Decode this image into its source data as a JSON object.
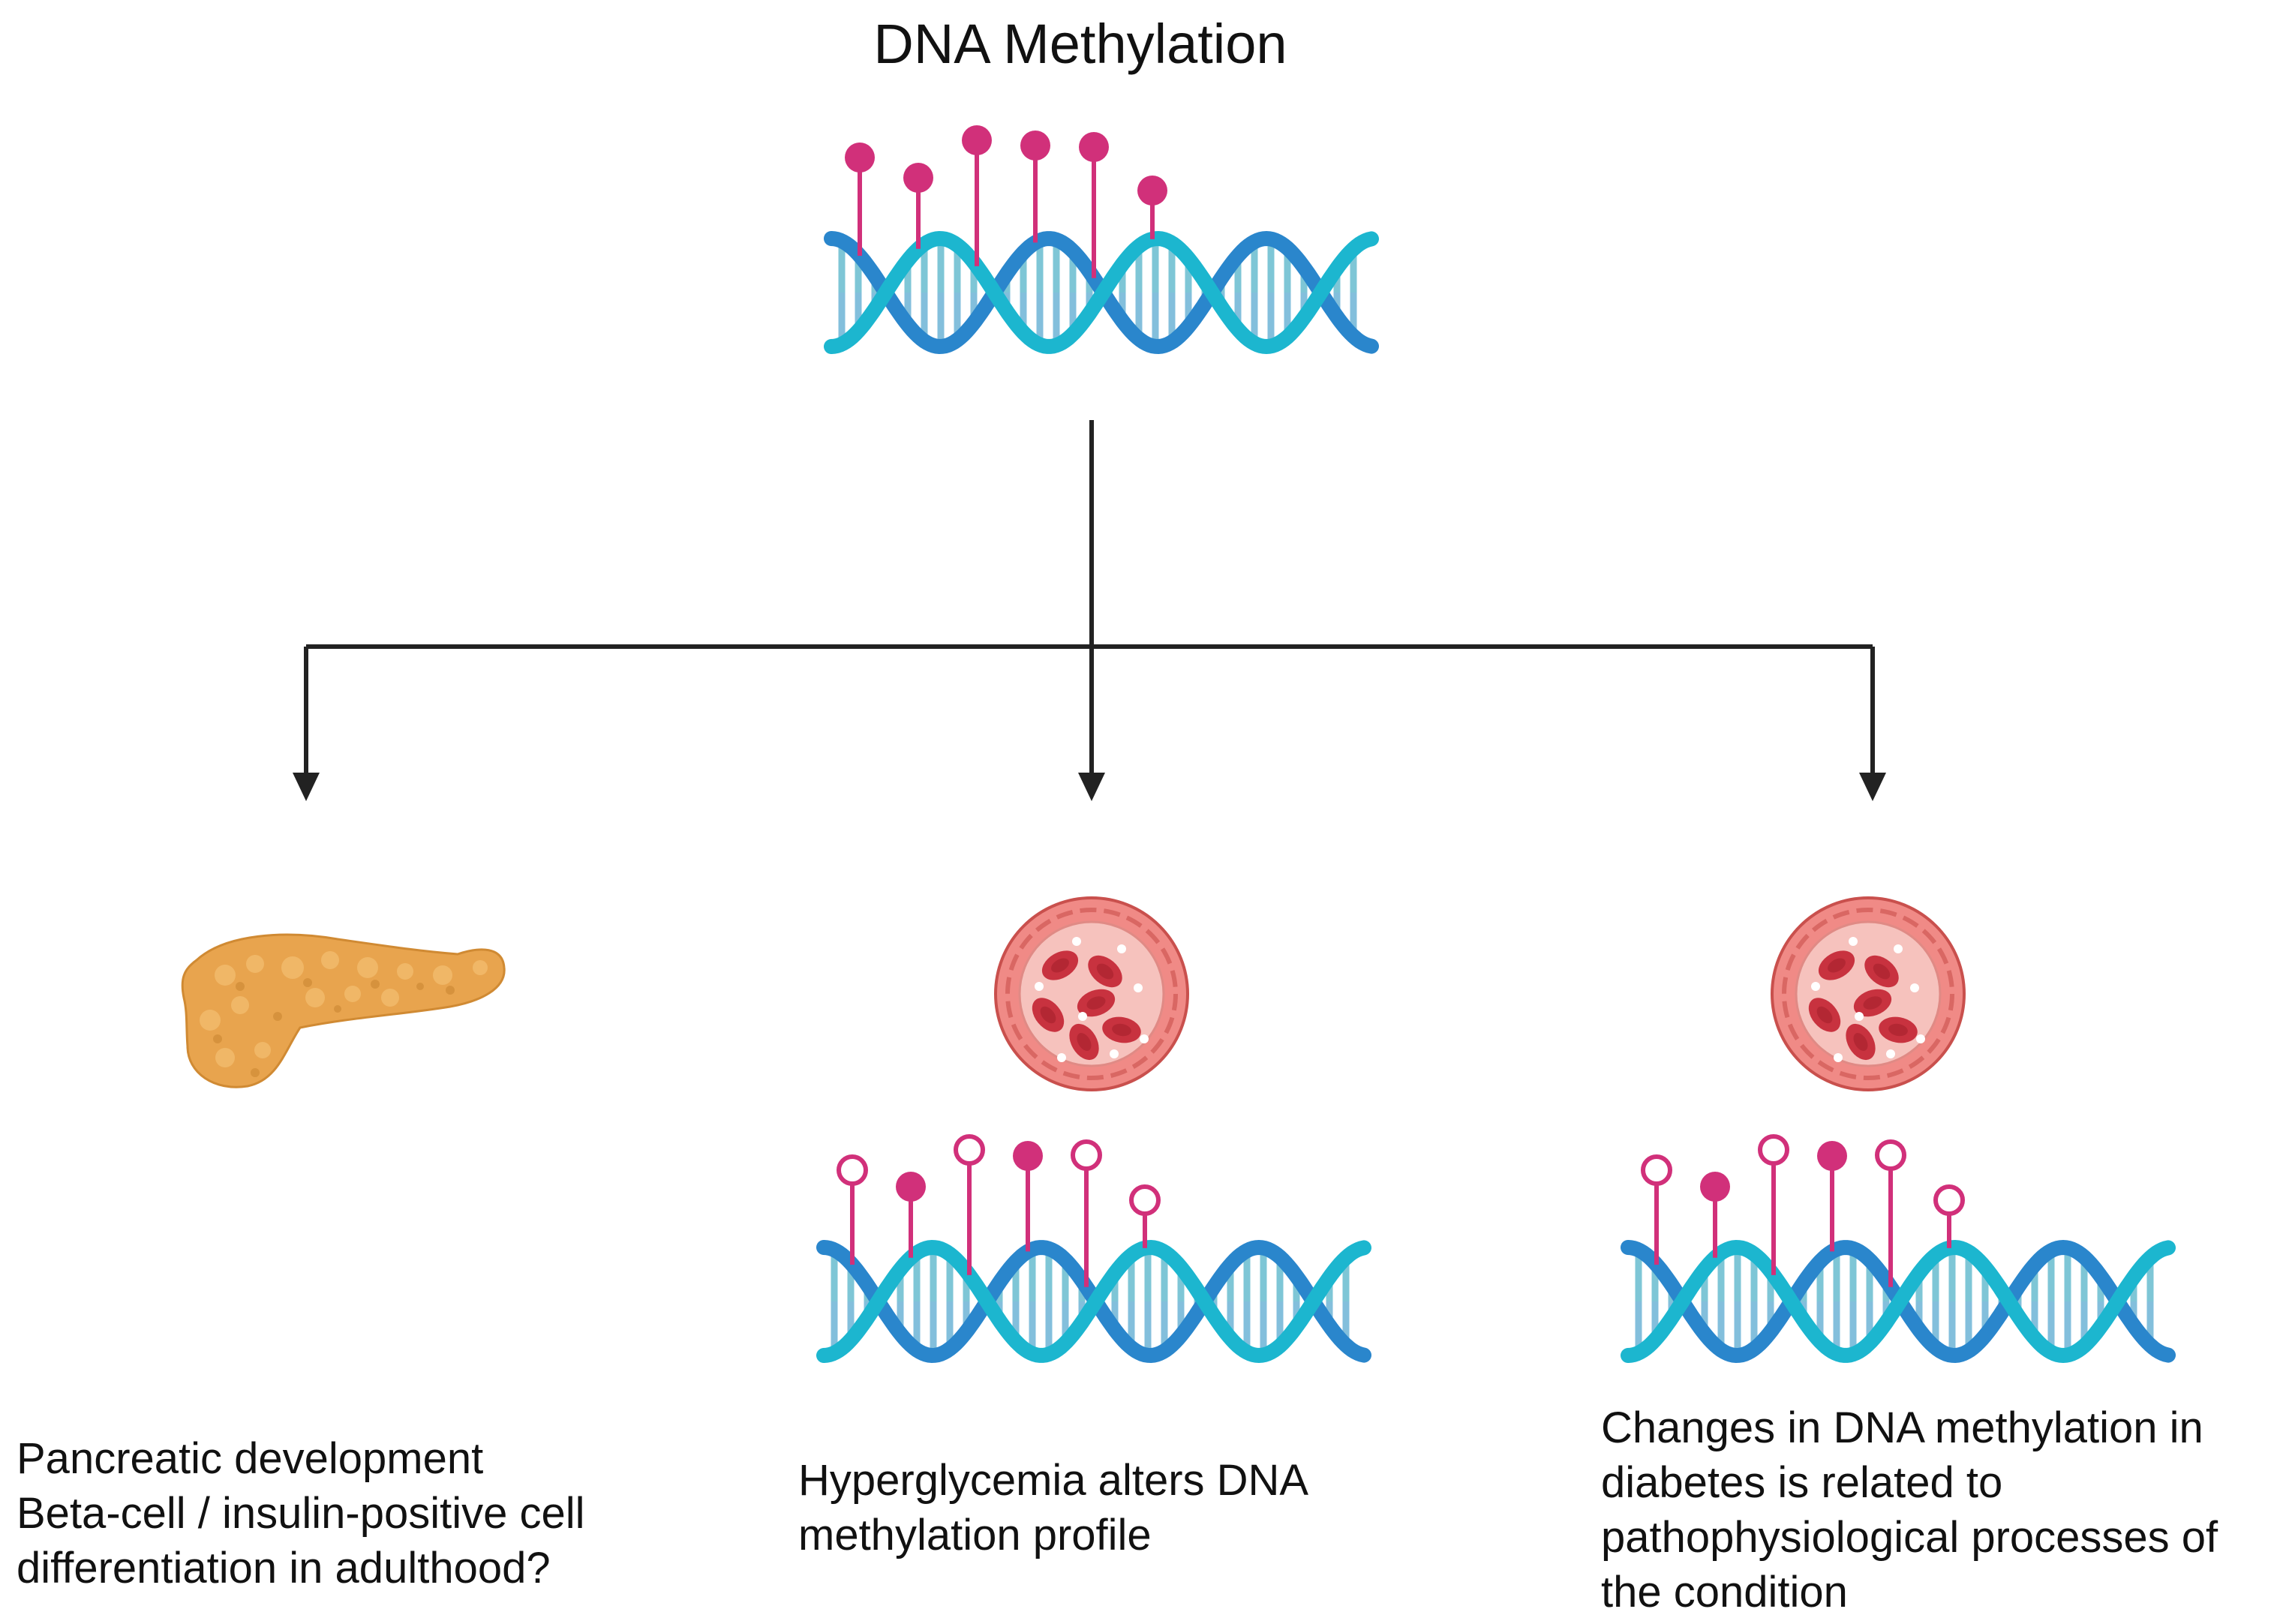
{
  "title": "DNA Methylation",
  "colors": {
    "strand_dark": "#2a86cc",
    "strand_light": "#1cb6cf",
    "rung_light": "#7ec6d6",
    "rung_dark": "#1f8cc0",
    "methyl": "#d1307a",
    "arrow": "#222222",
    "pancreas": "#e8a44e",
    "vessel_wall": "#e26b6b",
    "rbc": "#c8323f"
  },
  "nodes": {
    "source": {
      "icon": "dna-methylated-icon",
      "marks": [
        "filled",
        "filled",
        "filled",
        "filled",
        "filled",
        "filled"
      ]
    },
    "left": {
      "icon": "pancreas-icon",
      "caption": [
        "Pancreatic development",
        "Beta-cell / insulin-positive cell",
        "differentiation in adulthood?"
      ]
    },
    "middle": {
      "icon": "blood-vessel-icon",
      "dna_icon": "dna-partially-methylated-icon",
      "marks": [
        "open",
        "filled",
        "open",
        "filled",
        "open",
        "open"
      ],
      "caption": [
        "Hyperglycemia alters DNA",
        "methylation profile"
      ]
    },
    "right": {
      "icon": "blood-vessel-icon",
      "dna_icon": "dna-partially-methylated-icon",
      "marks": [
        "open",
        "filled",
        "open",
        "filled",
        "open",
        "open"
      ],
      "caption": [
        "Changes in DNA methylation in",
        "diabetes is related to",
        "pathophysiological processes of",
        "the condition"
      ]
    }
  }
}
